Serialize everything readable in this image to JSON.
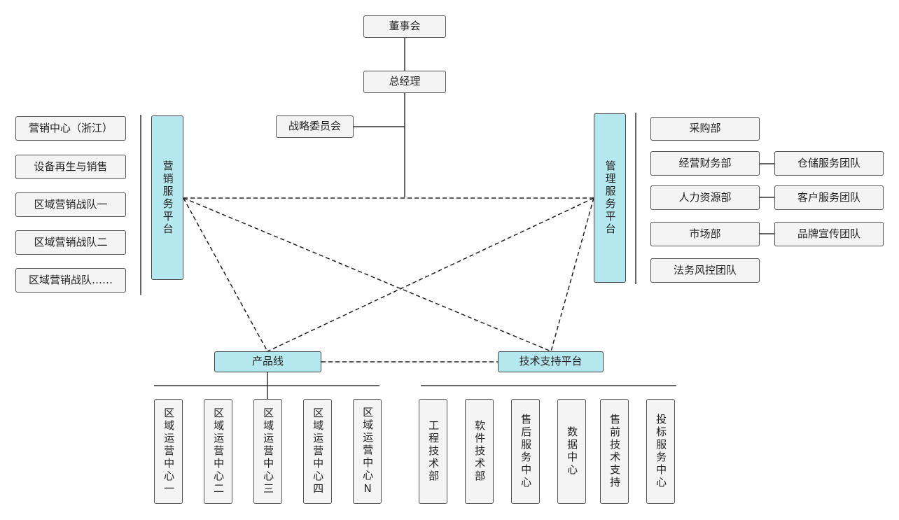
{
  "top": {
    "board": "董事会",
    "gm": "总经理",
    "strategy": "战略委员会"
  },
  "marketing": {
    "platform": "营销服务平台",
    "items": [
      "营销中心（浙江）",
      "设备再生与销售",
      "区域营销战队一",
      "区域营销战队二",
      "区域营销战队……"
    ]
  },
  "management": {
    "platform": "管理服务平台",
    "purchase": "采购部",
    "finance": "经营财务部",
    "hr": "人力资源部",
    "market": "市场部",
    "legal": "法务风控团队",
    "warehouse": "仓储服务团队",
    "customer": "客户服务团队",
    "brand": "品牌宣传团队"
  },
  "product": {
    "label": "产品线",
    "centers": [
      "区域运营中心一",
      "区域运营中心二",
      "区域运营中心三",
      "区域运营中心四",
      "区域运营中心N"
    ]
  },
  "tech": {
    "label": "技术支持平台",
    "depts": [
      "工程技术部",
      "软件技术部",
      "售后服务中心",
      "数据中心",
      "售前技术支持",
      "投标服务中心"
    ]
  }
}
